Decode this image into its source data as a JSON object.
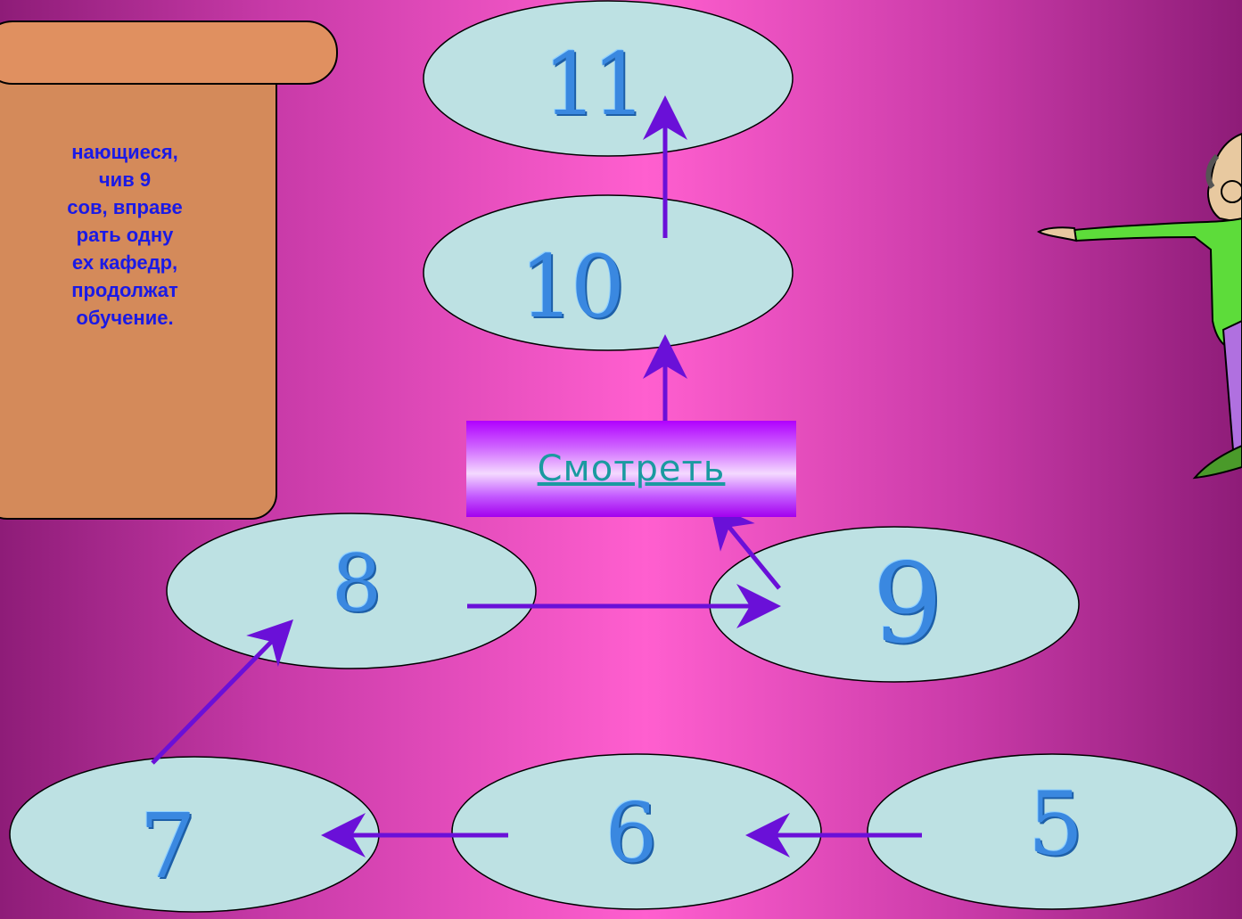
{
  "scroll": {
    "text": "нающиеся,\nчив 9\nсов, вправе\nрать одну\nех кафедр,\nпродолжат\nобучение."
  },
  "nodes": [
    {
      "id": "n11",
      "label": "11"
    },
    {
      "id": "n10",
      "label": "10"
    },
    {
      "id": "n9",
      "label": "9"
    },
    {
      "id": "n8",
      "label": "8"
    },
    {
      "id": "n7",
      "label": "7"
    },
    {
      "id": "n6",
      "label": "6"
    },
    {
      "id": "n5",
      "label": "5"
    }
  ],
  "link": {
    "label": "Смотреть"
  },
  "colors": {
    "node_fill": "#bde1e3",
    "arrow": "#6a10d8",
    "scroll_fill": "#d48a5a",
    "scroll_cap": "#e09060",
    "text_blue": "#1a1ae6"
  },
  "character": {
    "name": "pointing-professor-clipart"
  }
}
